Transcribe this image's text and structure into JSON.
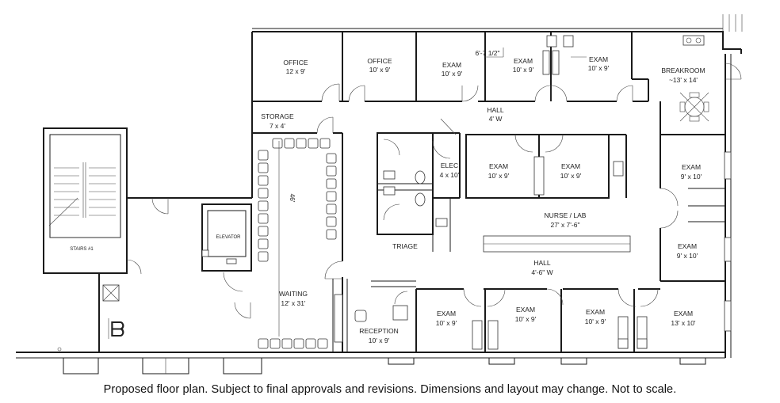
{
  "caption": "Proposed floor plan. Subject to final approvals and revisions. Dimensions and layout may change. Not to scale.",
  "rooms": {
    "office_1": {
      "name": "OFFICE",
      "size": "12 x 9'"
    },
    "office_2": {
      "name": "OFFICE",
      "size": "10' x 9'"
    },
    "exam_top_1": {
      "name": "EXAM",
      "size": "10' x 9'"
    },
    "exam_top_2": {
      "name": "EXAM",
      "size": "10' x 9'"
    },
    "exam_top_3": {
      "name": "EXAM",
      "size": "10' x 9'"
    },
    "breakroom": {
      "name": "BREAKROOM",
      "size": "~13' x 14'"
    },
    "storage": {
      "name": "STORAGE",
      "size": "7 x 4'"
    },
    "hall_top": {
      "name": "HALL",
      "size": "4' W"
    },
    "dimension_note": "6'-7 1/2\"",
    "elec": {
      "name": "ELEC",
      "size": "4 x 10'"
    },
    "exam_mid_1": {
      "name": "EXAM",
      "size": "10' x 9'"
    },
    "exam_mid_2": {
      "name": "EXAM",
      "size": "10' x 9'"
    },
    "exam_right_1": {
      "name": "EXAM",
      "size": "9' x 10'"
    },
    "exam_right_2": {
      "name": "EXAM",
      "size": "9' x 10'"
    },
    "nurse_lab": {
      "name": "NURSE / LAB",
      "size": "27' x 7'-6\""
    },
    "hall_bottom": {
      "name": "HALL",
      "size": "4'-6\" W"
    },
    "triage": {
      "name": "TRIAGE"
    },
    "waiting": {
      "name": "WAITING",
      "size": "12' x 31'"
    },
    "waiting_dim": "46'",
    "reception": {
      "name": "RECEPTION",
      "size": "10' x 9'"
    },
    "exam_bot_1": {
      "name": "EXAM",
      "size": "10' x 9'"
    },
    "exam_bot_2": {
      "name": "EXAM",
      "size": "10' x 9'"
    },
    "exam_bot_3": {
      "name": "EXAM",
      "size": "10' x 9'"
    },
    "exam_bot_4": {
      "name": "EXAM",
      "size": "13' x 10'"
    },
    "elevator": {
      "name": "ELEVATOR"
    },
    "stairs": {
      "name": "STAIRS #1"
    }
  }
}
